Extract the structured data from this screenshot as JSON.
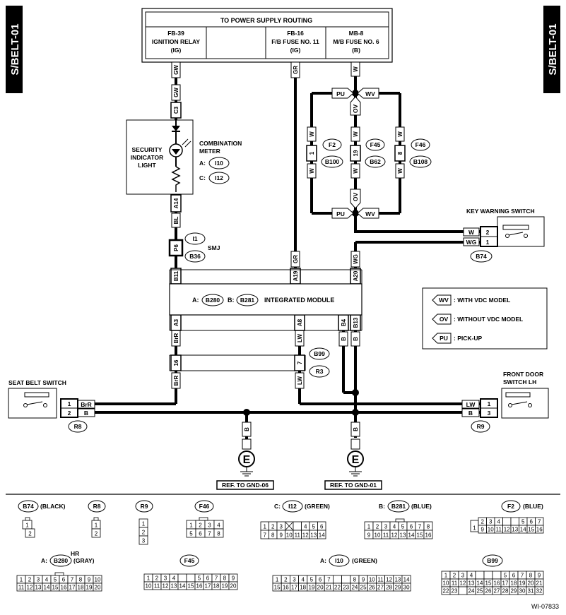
{
  "side_label": "S/BELT-01",
  "power": {
    "title": "TO POWER SUPPLY ROUTING",
    "ig_relay": [
      "FB-39",
      "IGNITION RELAY",
      "(IG)"
    ],
    "fuse11": [
      "FB-16",
      "F/B FUSE NO. 11",
      "(IG)"
    ],
    "fuse6": [
      "MB-8",
      "M/B FUSE NO. 6",
      "(B)"
    ]
  },
  "wires": {
    "gw": "GW",
    "gr": "GR",
    "w": "W",
    "bl": "BL",
    "brr": "BrR",
    "lw": "LW",
    "b": "B",
    "wg": "WG",
    "ov": "OV",
    "pu": "PU",
    "wv": "WV"
  },
  "pins": {
    "c3": "C3",
    "a14": "A14",
    "p6": "P6",
    "b11": "B11",
    "a19": "A19",
    "a20": "A20",
    "a3": "A3",
    "a8": "A8",
    "b4": "B4",
    "b13": "B13",
    "p16": "16",
    "p7": "7",
    "f2pin": "1",
    "f45pin": "19",
    "f46pin": "8",
    "p1": "1",
    "p2": "2",
    "p3": "3"
  },
  "connectors": {
    "i10": "I10",
    "i12": "I12",
    "i1": "I1",
    "b36": "B36",
    "f2": "F2",
    "f45": "F45",
    "f46": "F46",
    "b100": "B100",
    "b62": "B62",
    "b108": "B108",
    "b74": "B74",
    "b280": "B280",
    "b281": "B281",
    "b99": "B99",
    "r3": "R3",
    "r8": "R8",
    "r9": "R9"
  },
  "labels": {
    "security_light": [
      "SECURITY",
      "INDICATOR",
      "LIGHT"
    ],
    "combination_meter": [
      "COMBINATION",
      "METER"
    ],
    "a_prefix": "A:",
    "c_prefix": "C:",
    "b_prefix": "B:",
    "smj": "SMJ",
    "integrated_module": "INTEGRATED MODULE",
    "key_warning_switch": "KEY WARNING SWITCH",
    "seat_belt_switch": "SEAT BELT SWITCH",
    "front_door_switch": [
      "FRONT DOOR",
      "SWITCH LH"
    ],
    "ground": "E",
    "ref_gnd06": "REF. TO GND-06",
    "ref_gnd01": "REF. TO GND-01"
  },
  "legend": {
    "wv": ": WITH VDC MODEL",
    "ov": ": WITHOUT VDC MODEL",
    "pu": ": PICK-UP"
  },
  "connector_views": {
    "b74": {
      "id": "B74",
      "color": "(BLACK)"
    },
    "r8": {
      "id": "R8"
    },
    "r9": {
      "id": "R9"
    },
    "f46": {
      "id": "F46"
    },
    "i12": {
      "prefix": "C:",
      "id": "I12",
      "color": "(GREEN)"
    },
    "b281": {
      "prefix": "B:",
      "id": "B281",
      "color": "(BLUE)"
    },
    "f2": {
      "id": "F2",
      "color": "(BLUE)"
    },
    "b280": {
      "hr": "HR",
      "prefix": "A:",
      "id": "B280",
      "color": "(GRAY)"
    },
    "f45": {
      "id": "F45"
    },
    "i10": {
      "prefix": "A:",
      "id": "I10",
      "color": "(GREEN)"
    },
    "b99": {
      "id": "B99"
    }
  },
  "figure_id": "WI-07833"
}
